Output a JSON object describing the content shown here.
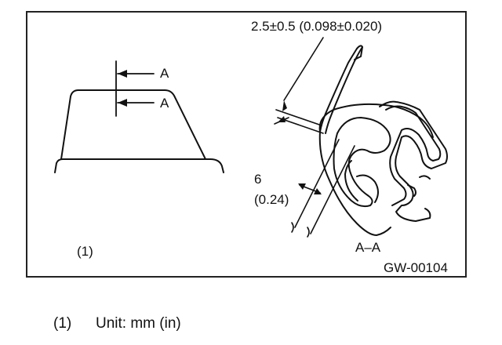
{
  "figure": {
    "section_marker": "A",
    "section_title": "A–A",
    "callout_number": "(1)",
    "dim_thickness": "2.5±0.5 (0.098±0.020)",
    "dim_depth_mm": "6",
    "dim_depth_in": "(0.24)",
    "figure_id": "GW-00104",
    "line_color": "#111111"
  },
  "legend": {
    "number": "(1)",
    "text": "Unit: mm (in)"
  }
}
